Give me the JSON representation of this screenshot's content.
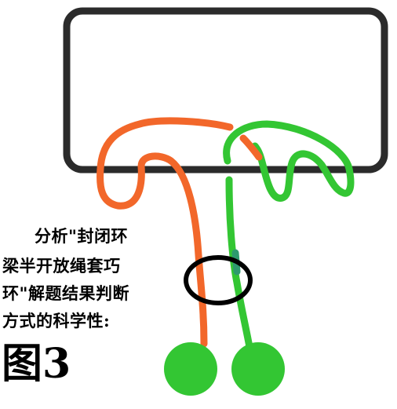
{
  "caption": {
    "line1": "分析\"封闭环",
    "line2": "梁半开放绳套巧",
    "line3": "环\"解题结果判断",
    "line4": "方式的科学性:"
  },
  "figure_label": "图3",
  "colors": {
    "beam_outline": "#2b2b2b",
    "orange_rope": "#f2672a",
    "green_rope": "#33c633",
    "green_weight": "#33c633",
    "ring": "#000000",
    "overlap_segment": "#2e9a6e"
  }
}
